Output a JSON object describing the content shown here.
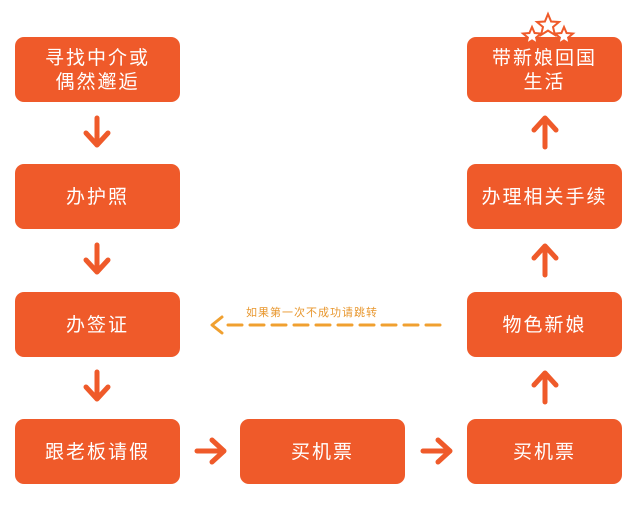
{
  "nodes": {
    "find_agency": "寻找中介或\n偶然邂逅",
    "passport": "办护照",
    "visa": "办签证",
    "leave": "跟老板请假",
    "ticket1": "买机票",
    "ticket2": "买机票",
    "choose_bride": "物色新娘",
    "procedures": "办理相关手续",
    "return_home": "带新娘回国\n生活"
  },
  "retry_note": "如果第一次不成功请跳转",
  "colors": {
    "node": "#ef5a2a",
    "arrow": "#ef5a2a",
    "dashed": "#f0a030"
  }
}
